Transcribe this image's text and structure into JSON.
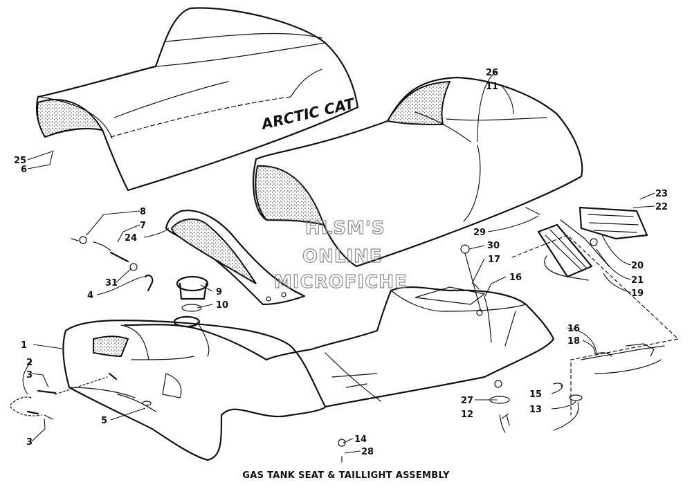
{
  "caption": "GAS TANK SEAT & TAILLIGHT ASSEMBLY",
  "brand_mark": "ARCTIC CAT",
  "watermark": [
    "HLSM'S",
    "ONLINE",
    "MICROFICHE"
  ],
  "callouts": [
    "1",
    "2",
    "3",
    "3",
    "4",
    "5",
    "6",
    "7",
    "8",
    "9",
    "10",
    "11",
    "12",
    "13",
    "14",
    "15",
    "16",
    "16",
    "17",
    "18",
    "19",
    "20",
    "21",
    "22",
    "23",
    "24",
    "25",
    "26",
    "27",
    "28",
    "29",
    "30",
    "31"
  ]
}
